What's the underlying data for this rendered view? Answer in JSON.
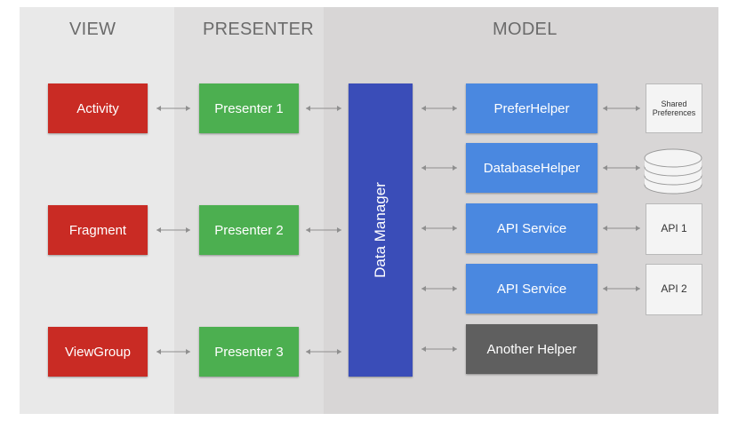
{
  "columns": {
    "view": "VIEW",
    "presenter": "PRESENTER",
    "model": "MODEL"
  },
  "view_items": [
    "Activity",
    "Fragment",
    "ViewGroup"
  ],
  "presenter_items": [
    "Presenter 1",
    "Presenter 2",
    "Presenter 3"
  ],
  "data_manager": "Data Manager",
  "helpers": [
    "PreferHelper",
    "DatabaseHelper",
    "API Service",
    "API Service",
    "Another Helper"
  ],
  "stores": {
    "shared_preferences": "Shared Preferences",
    "api1": "API 1",
    "api2": "API 2"
  },
  "colors": {
    "view": "#c92b24",
    "presenter": "#4caf50",
    "data_manager": "#3a4db8",
    "helper": "#4a88e0",
    "another_helper": "#5f5f5f"
  }
}
